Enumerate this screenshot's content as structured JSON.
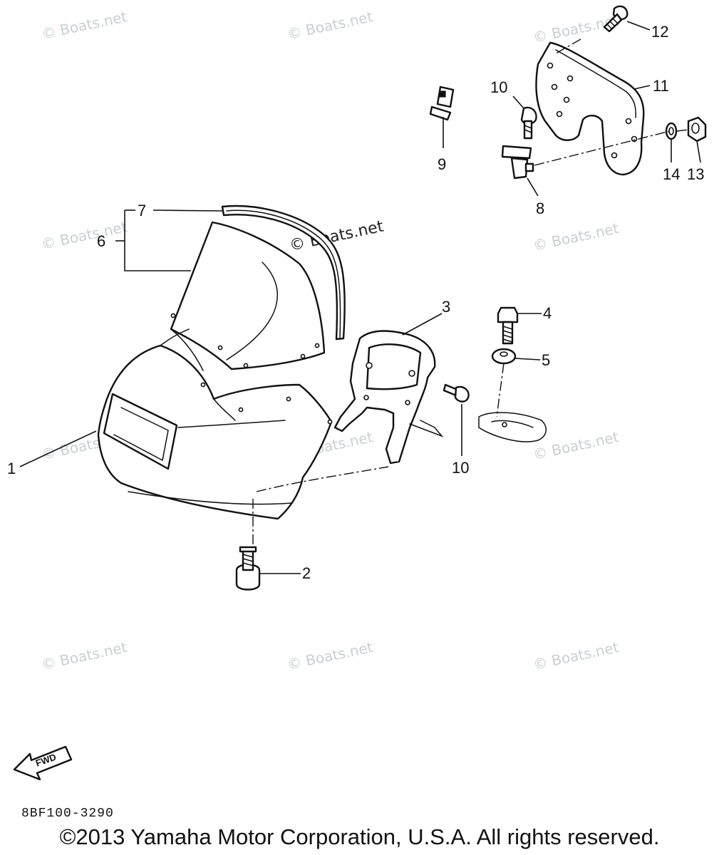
{
  "diagram": {
    "watermark_text": "© Boats.net",
    "fwd_label": "FWD",
    "part_number": "8BF100-3290",
    "copyright": "©2013 Yamaha Motor Corporation, U.S.A. All rights reserved.",
    "callouts": {
      "c1": "1",
      "c2": "2",
      "c3": "3",
      "c4": "4",
      "c5": "5",
      "c6": "6",
      "c7": "7",
      "c8": "8",
      "c9": "9",
      "c10a": "10",
      "c10b": "10",
      "c11": "11",
      "c12": "12",
      "c13": "13",
      "c14": "14"
    }
  }
}
